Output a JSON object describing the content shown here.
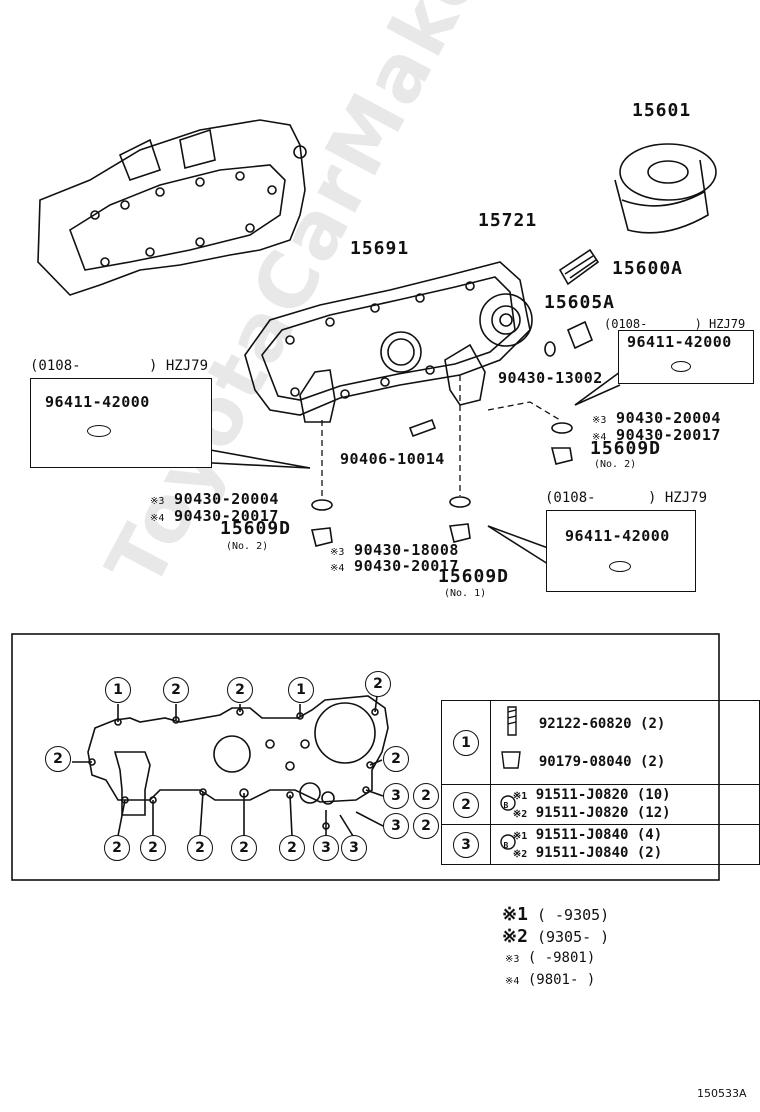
{
  "watermark": "ToyotaCarMaker",
  "upper_labels": {
    "filter": "15601",
    "bracket": "15721",
    "cover": "15691",
    "union_bolt": "15600A",
    "relief": "15605A",
    "gasket_13002": "90430-13002",
    "stud": "90406-10014"
  },
  "right_plug_group": {
    "note3": "※3",
    "part3": "90430-20004",
    "note4": "※4",
    "part4": "90430-20017",
    "plug": "15609D",
    "plug_sub": "(No. 2)"
  },
  "left_plug_group": {
    "note3": "※3",
    "part3": "90430-20004",
    "note4": "※4",
    "part4": "90430-20017",
    "plug": "15609D",
    "plug_sub": "(No. 2)"
  },
  "center_plug_group": {
    "note3": "※3",
    "part3": "90430-18008",
    "note4": "※4",
    "part4": "90430-20017",
    "plug": "15609D",
    "plug_sub": "(No. 1)"
  },
  "callout_left": {
    "header_code": "(0108-",
    "header_model": ") HZJ79",
    "part": "96411-42000"
  },
  "callout_right_top": {
    "header_code": "(0108-",
    "header_model": ") HZJ79",
    "part": "96411-42000"
  },
  "callout_right_mid": {
    "header_code": "(0108-",
    "header_model": ") HZJ79",
    "part": "96411-42000"
  },
  "bolt_map": {
    "top": [
      "1",
      "2",
      "2",
      "1",
      "2"
    ],
    "left": "2",
    "right_top": "2",
    "right_mid": [
      "3",
      "2"
    ],
    "right_low": [
      "3",
      "2"
    ],
    "bottom": [
      "2",
      "2",
      "2",
      "2",
      "2",
      "3",
      "3"
    ]
  },
  "legend": {
    "rows": [
      {
        "key": "1",
        "lines": [
          {
            "mark": "",
            "part": "92122-60820",
            "qty": "(2)"
          },
          {
            "mark": "",
            "part": "90179-08040",
            "qty": "(2)"
          }
        ]
      },
      {
        "key": "2",
        "lines": [
          {
            "mark": "※1",
            "part": "91511-J0820",
            "qty": "(10)"
          },
          {
            "mark": "※2",
            "part": "91511-J0820",
            "qty": "(12)"
          }
        ]
      },
      {
        "key": "3",
        "lines": [
          {
            "mark": "※1",
            "part": "91511-J0840",
            "qty": "(4)"
          },
          {
            "mark": "※2",
            "part": "91511-J0840",
            "qty": "(2)"
          }
        ]
      }
    ],
    "b_mark": "B"
  },
  "footnotes": [
    {
      "mark": "※1",
      "range": "(        -9305)"
    },
    {
      "mark": "※2",
      "range": "(9305-        )"
    },
    {
      "mark": "※3",
      "range": "(        -9801)"
    },
    {
      "mark": "※4",
      "range": "(9801-        )"
    }
  ],
  "figure_id": "150533A"
}
